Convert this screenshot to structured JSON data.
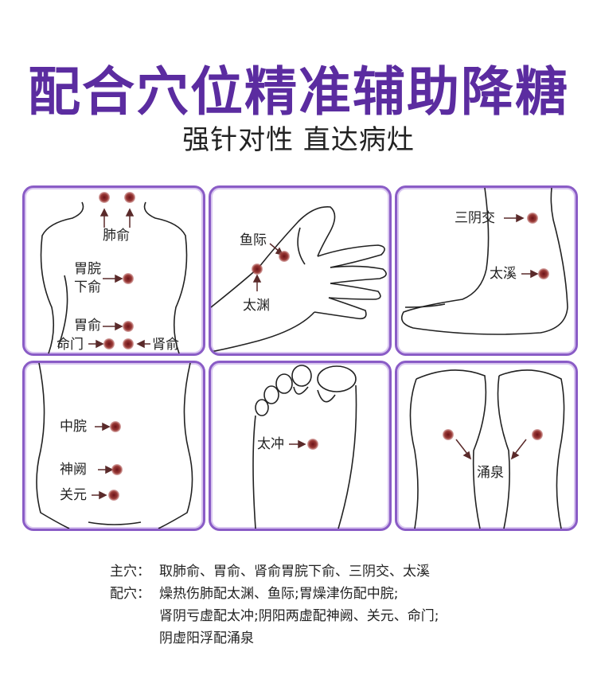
{
  "header": {
    "title": "配合穴位精准辅助降糖",
    "subtitle": "强针对性 直达病灶"
  },
  "colors": {
    "title": "#5b2ca0",
    "panel_border": "#8a5cc6",
    "point": "#8b1a1f"
  },
  "panels": {
    "back": {
      "label_feishu": "肺俞",
      "label_weiwan_line1": "胃脘",
      "label_weiwan_line2": "下俞",
      "label_weishu": "胃俞",
      "label_mingmen": "命门",
      "label_shenshu": "肾俞"
    },
    "hand": {
      "label_yuji": "鱼际",
      "label_taiyuan": "太渊"
    },
    "ankle": {
      "label_sanyinjiao": "三阴交",
      "label_taixi": "太溪"
    },
    "abdomen": {
      "label_zhongwan": "中脘",
      "label_shenque": "神阙",
      "label_guanyuan": "关元"
    },
    "foot_top": {
      "label_taichong": "太冲"
    },
    "soles": {
      "label_yongquan": "涌泉"
    }
  },
  "notes": {
    "main_head": "主穴：",
    "main_text": "取肺俞、胃俞、肾俞胃脘下俞、三阴交、太溪",
    "pair_head": "配穴：",
    "pair_line1": "燥热伤肺配太渊、鱼际;胃燥津伤配中脘;",
    "pair_line2": "肾阴亏虚配太冲;阴阳两虚配神阙、关元、命门;",
    "pair_line3": "阴虚阳浮配涌泉"
  }
}
